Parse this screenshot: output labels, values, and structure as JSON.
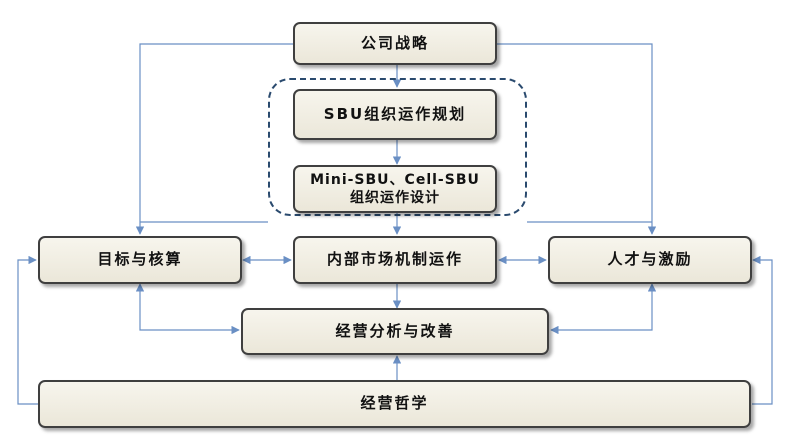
{
  "nodes": {
    "strategy": "公司战略",
    "sbu_planning": "SBU组织运作规划",
    "mini_sbu_design": "Mini-SBU、Cell-SBU\n组织运作设计",
    "goals_accounting": "目标与核算",
    "internal_market": "内部市场机制运作",
    "talent_incentive": "人才与激励",
    "analysis_improvement": "经营分析与改善",
    "philosophy": "经营哲学"
  },
  "colors": {
    "connector": "#6a8fc4",
    "box_border": "#3f3f3f",
    "group_border": "#2a4a6e"
  }
}
